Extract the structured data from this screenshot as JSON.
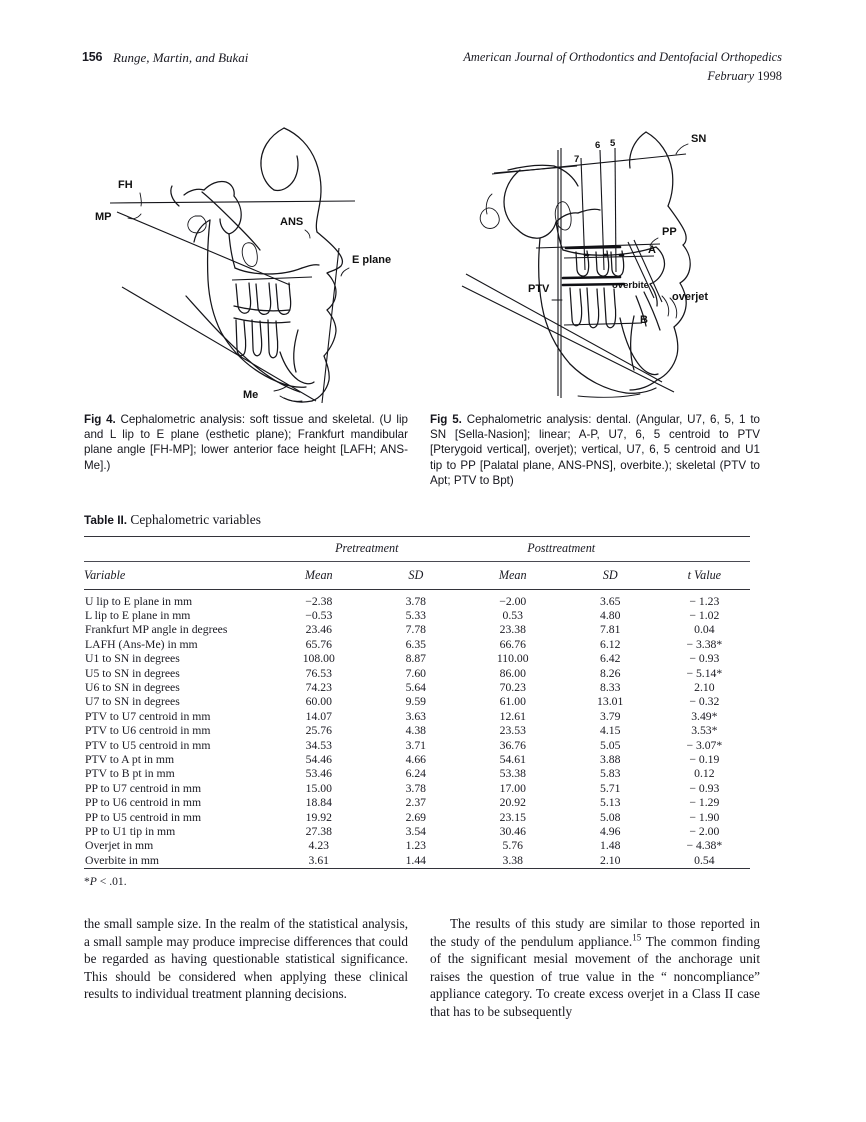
{
  "running_head": {
    "folio": "156",
    "authors": "Runge, Martin, and Bukai",
    "journal": "American Journal of Orthodontics and Dentofacial Orthopedics",
    "month": "February ",
    "year": "1998"
  },
  "figures": [
    {
      "id": "fig4",
      "label": "Fig 4.",
      "caption": " Cephalometric analysis: soft tissue and skeletal. (U lip and L lip to E plane (esthetic plane); Frankfurt mandibular plane angle [FH-MP]; lower anterior face height [LAFH; ANS-Me].)",
      "tracing_labels": [
        "FH",
        "MP",
        "ANS",
        "E plane",
        "Me"
      ]
    },
    {
      "id": "fig5",
      "label": "Fig 5.",
      "caption": " Cephalometric analysis: dental. (Angular, U7, 6, 5, 1 to SN [Sella-Nasion]; linear; A-P, U7, 6, 5 centroid to PTV [Pterygoid vertical], overjet); vertical, U7, 6, 5 centroid and U1 tip to PP [Palatal plane, ANS-PNS], overbite.); skeletal (PTV to Apt; PTV to Bpt)",
      "tracing_labels": [
        "SN",
        "7",
        "6",
        "5",
        "PP",
        "A",
        "PTV",
        "overbite",
        "overjet",
        "B"
      ]
    }
  ],
  "table": {
    "number": "Table II.",
    "title": " Cephalometric variables",
    "group_headers": [
      "Pretreatment",
      "Posttreatment"
    ],
    "columns": [
      "Variable",
      "Mean",
      "SD",
      "Mean",
      "SD",
      "t Value"
    ],
    "footnote_asterisk": "*",
    "footnote_text": "P",
    "footnote_tail": " < .01.",
    "rows": [
      {
        "variable": "U lip to E plane in mm",
        "pre_mean": "−2.38",
        "pre_sd": "3.78",
        "post_mean": "−2.00",
        "post_sd": "3.65",
        "t": "− 1.23"
      },
      {
        "variable": "L lip to E plane in mm",
        "pre_mean": "−0.53",
        "pre_sd": "5.33",
        "post_mean": "0.53",
        "post_sd": "4.80",
        "t": "− 1.02"
      },
      {
        "variable": "Frankfurt MP angle in degrees",
        "pre_mean": "23.46",
        "pre_sd": "7.78",
        "post_mean": "23.38",
        "post_sd": "7.81",
        "t": "0.04"
      },
      {
        "variable": "LAFH (Ans-Me) in mm",
        "pre_mean": "65.76",
        "pre_sd": "6.35",
        "post_mean": "66.76",
        "post_sd": "6.12",
        "t": "− 3.38*"
      },
      {
        "variable": "U1 to SN in degrees",
        "pre_mean": "108.00",
        "pre_sd": "8.87",
        "post_mean": "110.00",
        "post_sd": "6.42",
        "t": "− 0.93"
      },
      {
        "variable": "U5 to SN in degrees",
        "pre_mean": "76.53",
        "pre_sd": "7.60",
        "post_mean": "86.00",
        "post_sd": "8.26",
        "t": "− 5.14*"
      },
      {
        "variable": "U6 to SN in degrees",
        "pre_mean": "74.23",
        "pre_sd": "5.64",
        "post_mean": "70.23",
        "post_sd": "8.33",
        "t": "2.10"
      },
      {
        "variable": "U7 to SN in degrees",
        "pre_mean": "60.00",
        "pre_sd": "9.59",
        "post_mean": "61.00",
        "post_sd": "13.01",
        "t": "− 0.32"
      },
      {
        "variable": "PTV to U7 centroid in mm",
        "pre_mean": "14.07",
        "pre_sd": "3.63",
        "post_mean": "12.61",
        "post_sd": "3.79",
        "t": "3.49*"
      },
      {
        "variable": "PTV to U6 centroid in mm",
        "pre_mean": "25.76",
        "pre_sd": "4.38",
        "post_mean": "23.53",
        "post_sd": "4.15",
        "t": "3.53*"
      },
      {
        "variable": "PTV to U5 centroid in mm",
        "pre_mean": "34.53",
        "pre_sd": "3.71",
        "post_mean": "36.76",
        "post_sd": "5.05",
        "t": "− 3.07*"
      },
      {
        "variable": "PTV to A pt in mm",
        "pre_mean": "54.46",
        "pre_sd": "4.66",
        "post_mean": "54.61",
        "post_sd": "3.88",
        "t": "− 0.19"
      },
      {
        "variable": "PTV to B pt in mm",
        "pre_mean": "53.46",
        "pre_sd": "6.24",
        "post_mean": "53.38",
        "post_sd": "5.83",
        "t": "0.12"
      },
      {
        "variable": "PP to U7 centroid in mm",
        "pre_mean": "15.00",
        "pre_sd": "3.78",
        "post_mean": "17.00",
        "post_sd": "5.71",
        "t": "− 0.93"
      },
      {
        "variable": "PP to U6 centroid in mm",
        "pre_mean": "18.84",
        "pre_sd": "2.37",
        "post_mean": "20.92",
        "post_sd": "5.13",
        "t": "− 1.29"
      },
      {
        "variable": "PP to U5 centroid in mm",
        "pre_mean": "19.92",
        "pre_sd": "2.69",
        "post_mean": "23.15",
        "post_sd": "5.08",
        "t": "− 1.90"
      },
      {
        "variable": "PP to U1 tip in mm",
        "pre_mean": "27.38",
        "pre_sd": "3.54",
        "post_mean": "30.46",
        "post_sd": "4.96",
        "t": "− 2.00"
      },
      {
        "variable": "Overjet in mm",
        "pre_mean": "4.23",
        "pre_sd": "1.23",
        "post_mean": "5.76",
        "post_sd": "1.48",
        "t": "− 4.38*"
      },
      {
        "variable": "Overbite in mm",
        "pre_mean": "3.61",
        "pre_sd": "1.44",
        "post_mean": "3.38",
        "post_sd": "2.10",
        "t": "0.54"
      }
    ]
  },
  "body": {
    "left_paragraph": "the small sample size. In the realm of the statistical analysis, a small sample may produce imprecise differences that could be regarded as having questionable statistical significance. This should be considered when applying these clinical results to individual treatment planning decisions.",
    "right_paragraph_a": "The results of this study are similar to those reported in the study of the pendulum appliance.",
    "right_reference": "15",
    "right_paragraph_b": " The common finding of the significant mesial movement of the anchorage unit raises the question of true value in the “ noncompliance” appliance category. To create excess overjet in a Class II case that has to be subsequently"
  }
}
